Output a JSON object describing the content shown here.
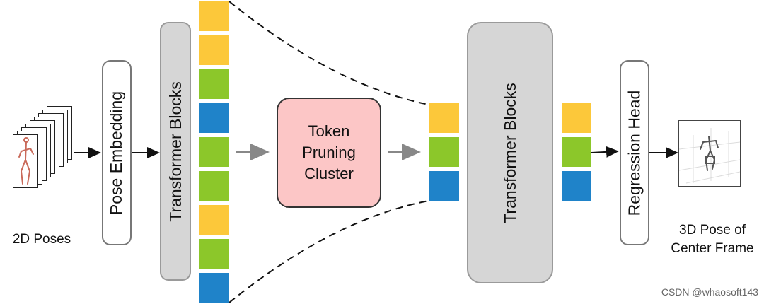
{
  "pose_embedding": "Pose Embedding",
  "transformer_blocks_1": "Transformer Blocks",
  "token_pruning": "Token\nPruning\nCluster",
  "transformer_blocks_2": "Transformer Blocks",
  "regression_head": "Regression Head",
  "input_caption": "2D Poses",
  "output_caption": "3D Pose of\nCenter Frame",
  "watermark": "CSDN @whaosoft143",
  "colors": {
    "yellow_token": "#fcc83a",
    "green_token": "#8cc72a",
    "blue_token": "#1f83c9",
    "pruning_fill": "#fcc6c6",
    "block_fill": "#d6d6d6"
  },
  "token_columns": {
    "full_sequence": [
      "yellow",
      "yellow",
      "green",
      "blue",
      "green",
      "green",
      "yellow",
      "green",
      "blue"
    ],
    "pruned_sequence": [
      "yellow",
      "green",
      "blue"
    ],
    "output_sequence": [
      "yellow",
      "green",
      "blue"
    ]
  }
}
